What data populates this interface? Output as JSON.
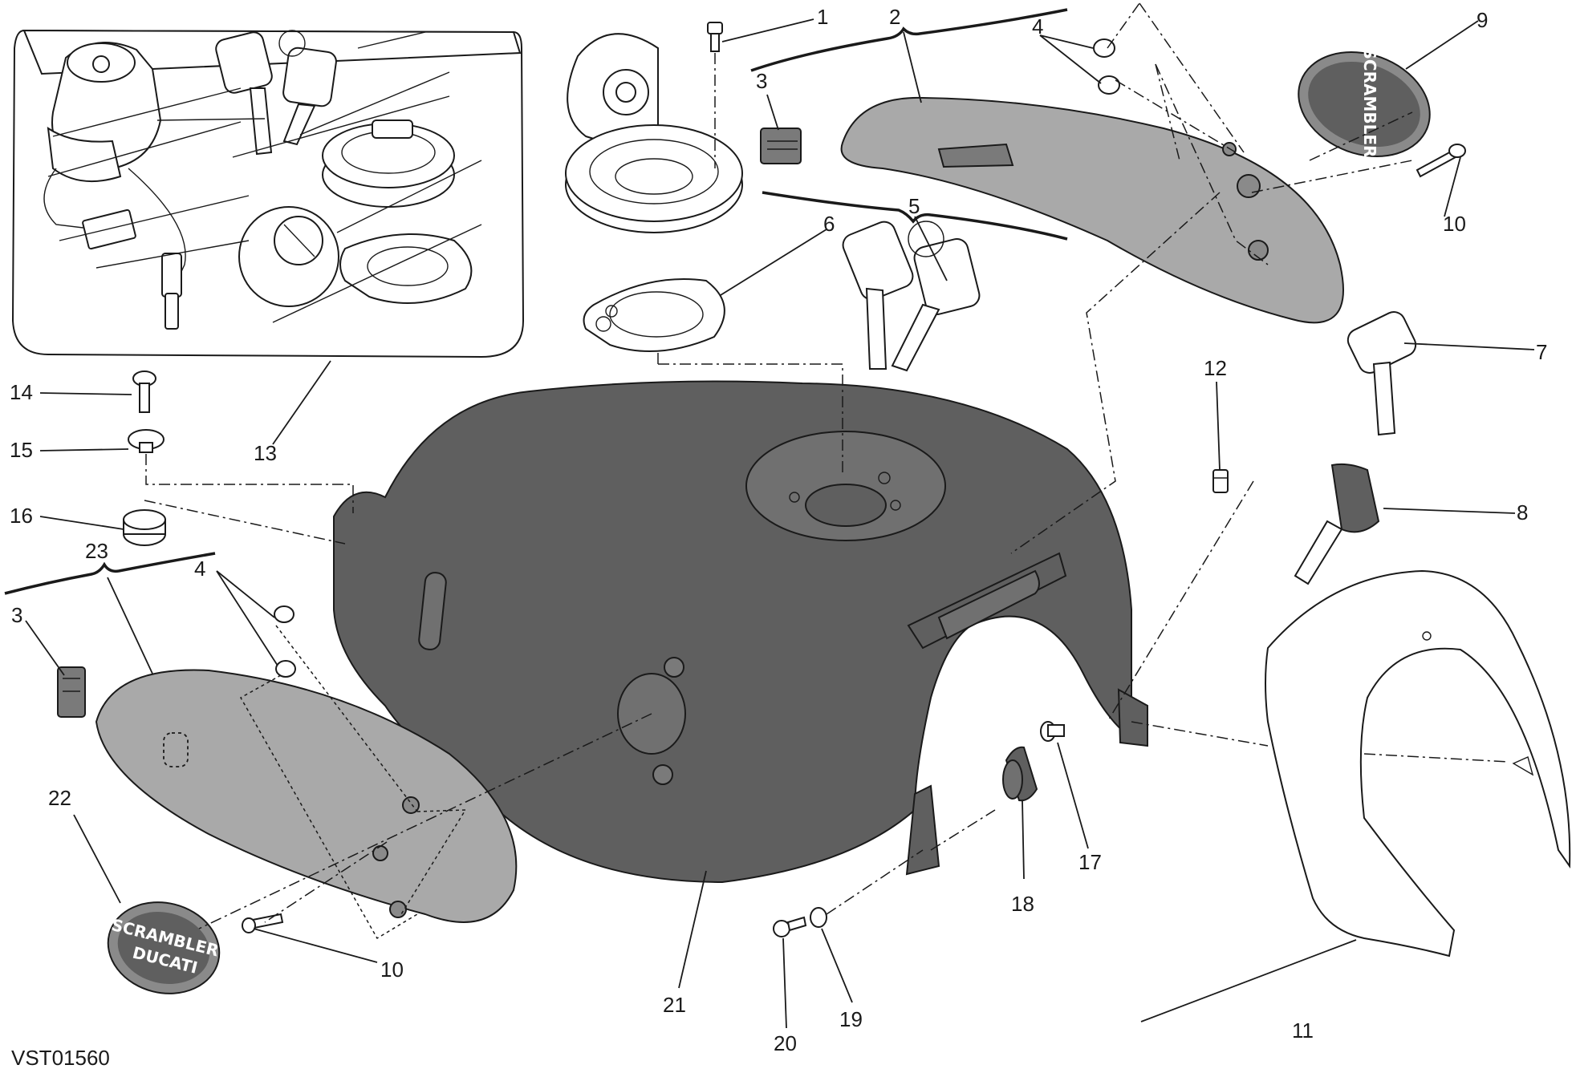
{
  "diagram": {
    "code": "VST01560",
    "callouts": [
      "1",
      "2",
      "3",
      "4",
      "5",
      "6",
      "7",
      "8",
      "9",
      "10",
      "11",
      "12",
      "13",
      "14",
      "15",
      "16",
      "17",
      "18",
      "19",
      "20",
      "21",
      "22",
      "23"
    ],
    "badge": {
      "line1": "SCRAMBLER",
      "line2": "DUCATI"
    },
    "colors": {
      "ink": "#1a1a1a",
      "tank": "#5f5f5f",
      "panel": "#a9a9a9",
      "paper": "#ffffff"
    }
  }
}
